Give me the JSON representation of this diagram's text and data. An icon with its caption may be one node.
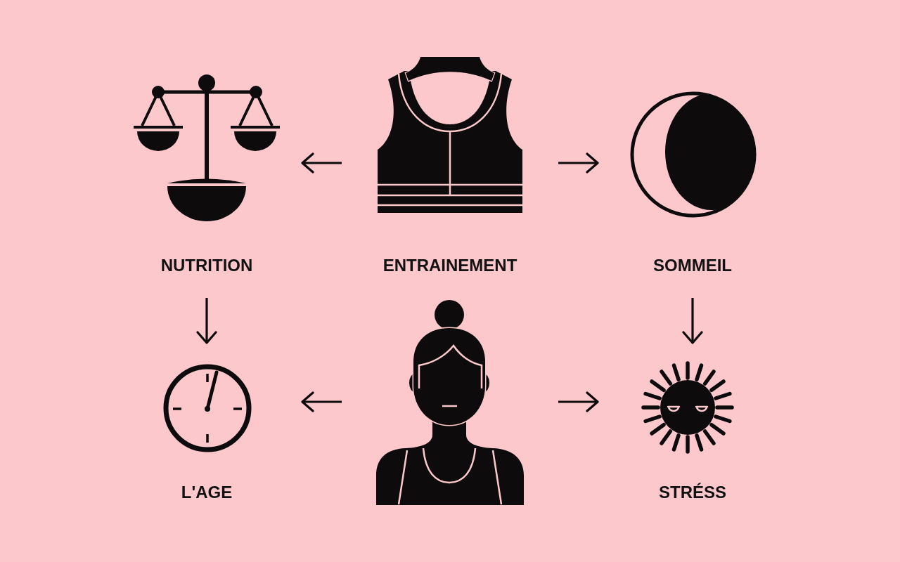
{
  "diagram": {
    "nodes": [
      {
        "text": [
          "NUTRITION"
        ]
      },
      {
        "text": [
          "ENTRAINEMENT"
        ]
      },
      {
        "text": [
          "SOMMEIL"
        ]
      },
      {
        "text": [
          "L'AGE"
        ]
      },
      {
        "text": [],
        "shape": "person"
      },
      {
        "text": [
          "STRÉSS"
        ]
      }
    ],
    "edges": [
      {
        "from": 1,
        "to": 0,
        "arrow": "to"
      },
      {
        "from": 1,
        "to": 2,
        "arrow": "to"
      },
      {
        "from": 0,
        "to": 3,
        "arrow": "to"
      },
      {
        "from": 2,
        "to": 5,
        "arrow": "to"
      },
      {
        "from": 4,
        "to": 3,
        "arrow": "to"
      },
      {
        "from": 4,
        "to": 5,
        "arrow": "to"
      }
    ]
  }
}
